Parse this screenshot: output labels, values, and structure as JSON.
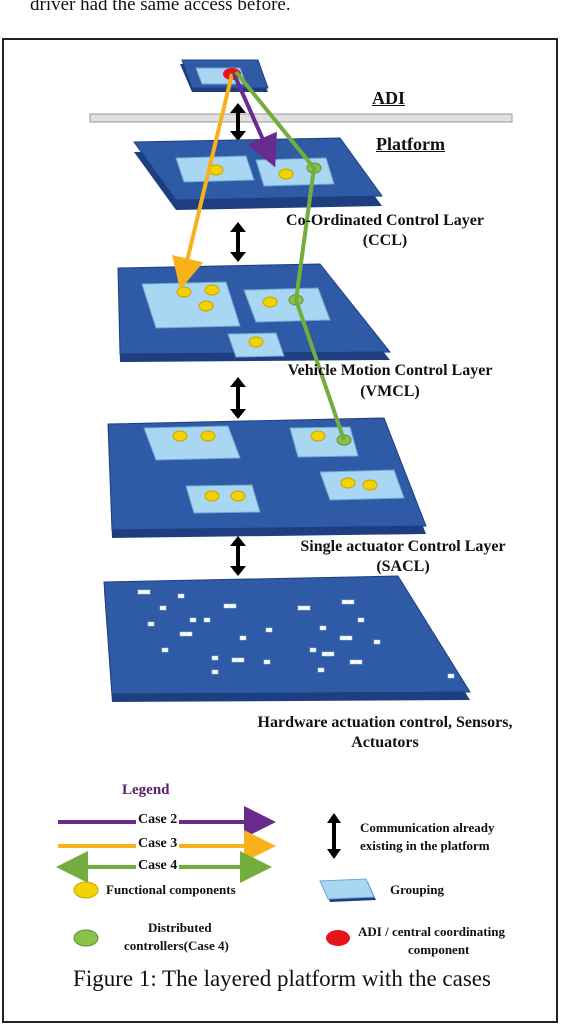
{
  "header_text": "driver had the same access before.",
  "labels": {
    "adi": "ADI",
    "platform": "Platform",
    "ccl_line1": "Co-Ordinated Control Layer",
    "ccl_line2": "(CCL)",
    "vmcl_line1": "Vehicle Motion Control Layer",
    "vmcl_line2": "(VMCL)",
    "sacl_line1": "Single actuator Control Layer",
    "sacl_line2": "(SACL)",
    "hw_line1": "Hardware actuation control, Sensors,",
    "hw_line2": "Actuators"
  },
  "legend": {
    "title": "Legend",
    "case2": "Case 2",
    "case3": "Case 3",
    "case4": "Case  4",
    "communication_line1": "Communication already",
    "communication_line2": "existing in the platform",
    "functional": "Functional components",
    "grouping": "Grouping",
    "distributed_line1": "Distributed",
    "distributed_line2": "controllers(Case 4)",
    "adi_line1": "ADI / central coordinating",
    "adi_line2": "component"
  },
  "caption": "Figure 1: The layered platform with the cases",
  "colors": {
    "layer": "#2f5aa6",
    "layer_edge": "#1d3f80",
    "grouping": "#a9d6f2",
    "functional": "#f2d200",
    "distributed": "#8bc34a",
    "adi_component": "#e8141b",
    "case2": "#6a2b8e",
    "case3": "#f7b21b",
    "case4": "#72ad3e",
    "legend_title": "#5a1f6a"
  }
}
